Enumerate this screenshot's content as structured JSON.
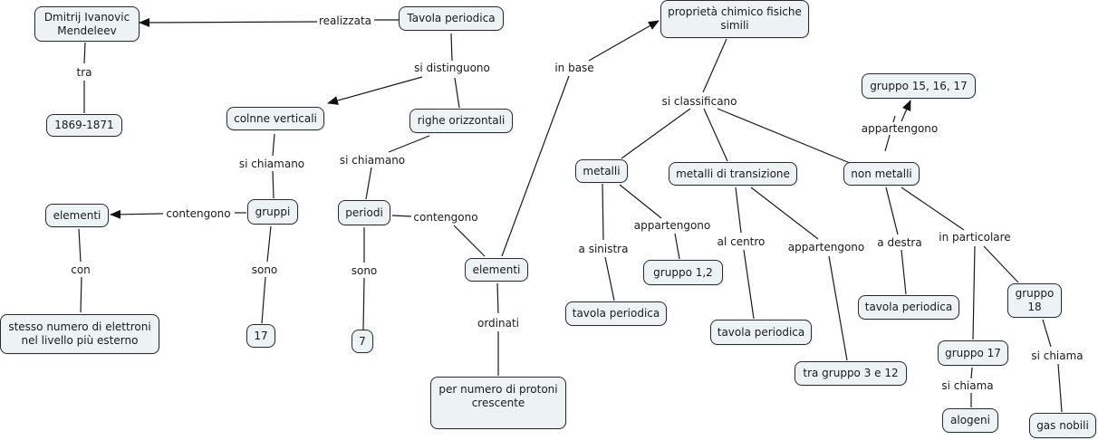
{
  "map": {
    "title": "Tavola periodica",
    "colors": {
      "node_fill": "#edf3f5",
      "node_border": "#2a2a2a",
      "line": "#1a1a1a",
      "background": "#ffffff"
    },
    "concepts": {
      "mendeleev": "Dmitrij Ivanovic\nMendeleev",
      "tavola": "Tavola periodica",
      "anni": "1869-1871",
      "colonne": "colnne verticali",
      "righe": "righe orizzontali",
      "elementi_left": "elementi",
      "gruppi": "gruppi",
      "periodi": "periodi",
      "stesso": "stesso numero di elettroni\nnel livello più esterno",
      "n17": "17",
      "n7": "7",
      "elementi_mid": "elementi",
      "protoni": "per numero di protoni\ncrescente",
      "proprieta": "proprietà chimico fisiche\nsimili",
      "metalli": "metalli",
      "transizione": "metalli di transizione",
      "nonmetalli": "non metalli",
      "gruppo1516": "gruppo 15, 16, 17",
      "gruppo12": "gruppo 1,2",
      "tavola_sx": "tavola periodica",
      "tavola_centro": "tavola periodica",
      "tra3e12": "tra gruppo 3 e 12",
      "tavola_dx": "tavola periodica",
      "gruppo18": "gruppo\n18",
      "gruppo17": "gruppo 17",
      "alogeni": "alogeni",
      "gasnobili": "gas nobili"
    },
    "linking_phrases": {
      "realizzata": "realizzata",
      "tra": "tra",
      "si_distinguono": "si distinguono",
      "si_chiamano_1": "si chiamano",
      "si_chiamano_2": "si chiamano",
      "contengono_1": "contengono",
      "contengono_2": "contengono",
      "con": "con",
      "sono_1": "sono",
      "sono_2": "sono",
      "ordinati": "ordinati",
      "in_base": "in base",
      "si_classificano": "si classificano",
      "appartengono_1": "appartengono",
      "appartengono_2": "appartengono",
      "appartengono_3": "appartengono",
      "a_sinistra": "a sinistra",
      "al_centro": "al centro",
      "a_destra": "a destra",
      "in_particolare": "in particolare",
      "si_chiama_1": "si chiama",
      "si_chiama_2": "si chiama"
    }
  }
}
